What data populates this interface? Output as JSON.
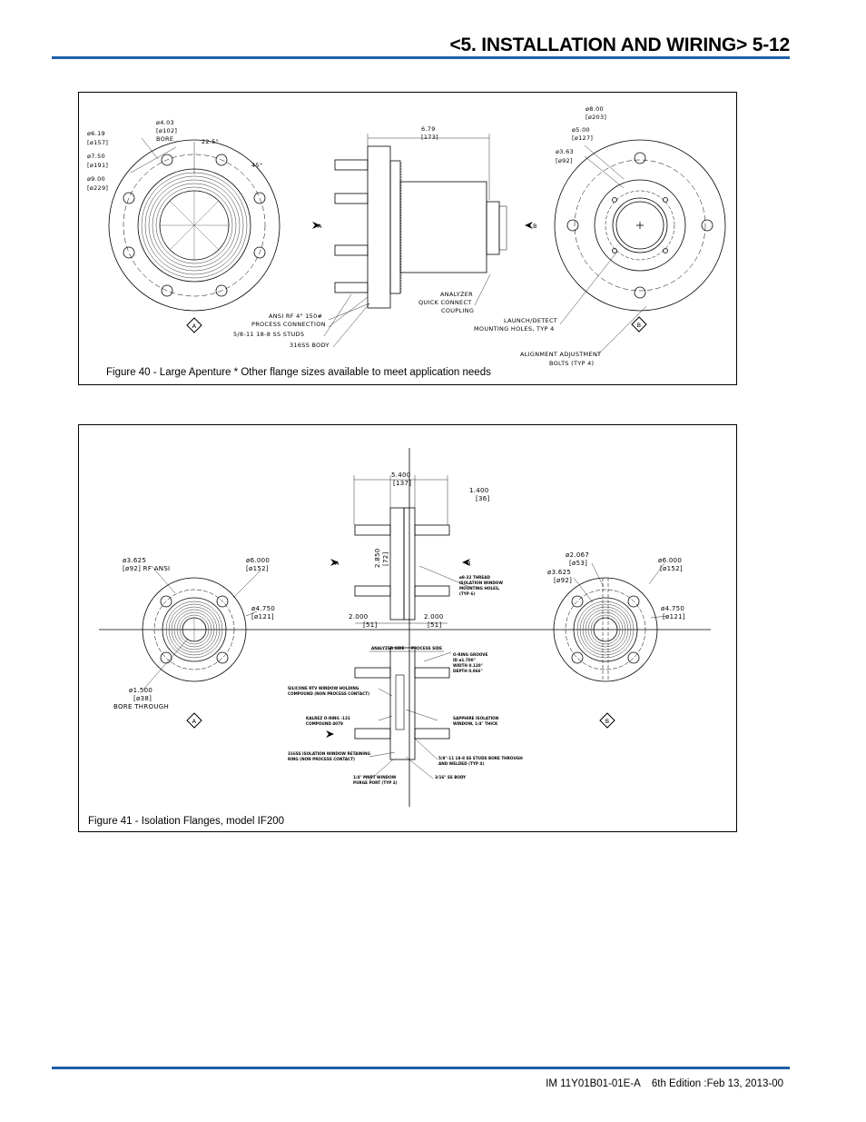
{
  "header": {
    "title": "<5. INSTALLATION AND WIRING> 5-12"
  },
  "figure40": {
    "caption": "Figure 40 - Large Apenture * Other flange sizes available to meet application needs",
    "left_view": {
      "labels": [
        "ø6.19",
        "[ø157]",
        "ø7.50",
        "[ø191]",
        "ø9.00",
        "[ø229]",
        "ø4.03",
        "[ø102]",
        "BORE",
        "22.5°",
        "45°"
      ],
      "view_mark": "A"
    },
    "side_view": {
      "labels": [
        "6.79",
        "[173]",
        "ANALYZER",
        "QUICK CONNECT",
        "COUPLING",
        "ANSI RF 4\" 150#",
        "PROCESS CONNECTION",
        "5/8-11 18-8 SS STUDS",
        "316SS BODY"
      ],
      "arrow_a": "A",
      "arrow_b": "B"
    },
    "right_view": {
      "labels": [
        "ø8.00",
        "[ø203]",
        "ø5.00",
        "[ø127]",
        "ø3.63",
        "[ø92]",
        "LAUNCH/DETECT",
        "MOUNTING HOLES, TYP 4",
        "ALIGNMENT ADJUSTMENT",
        "BOLTS (TYP 4)"
      ],
      "view_mark": "B"
    }
  },
  "figure41": {
    "caption": "Figure 41 - Isolation Flanges, model IF200",
    "left_view": {
      "labels": [
        "ø3.625",
        "[ø92] RF ANSI",
        "ø6.000",
        "[ø152]",
        "ø4.750",
        "[ø121]",
        "ø1.500",
        "[ø38]",
        "BORE THROUGH"
      ],
      "view_mark": "A"
    },
    "side_view": {
      "labels": [
        "5.400",
        "[137]",
        "1.400",
        "[36]",
        "2.850",
        "[72]",
        "2.000",
        "[51]",
        "2.000",
        "[51]",
        "ø8-32 THREAD",
        "ISOLATION WINDOW",
        "MOUNTING HOLES,",
        "(TYP 6)"
      ],
      "arrow_a": "A",
      "arrow_b": "B"
    },
    "section_view": {
      "labels": [
        "ANALYZER SIDE",
        "PROCESS SIDE",
        "O-RING GROOVE",
        "ID ø1.700\"",
        "WIDTH 0.120\"",
        "DEPTH 0.066\"",
        "SILICONE RTV WINDOW HOLDING",
        "COMPOUND (NON PROCESS CONTACT)",
        "SAPPHIRE ISOLATION",
        "WINDOW, 1/4\" THICK",
        "KALREZ O-RING -131",
        "COMPOUND 4079",
        "5/8\"-11 18-8 SS STUDS BORE THROUGH",
        "AND WELDED (TYP 4)",
        "316SS ISOLATION WINDOW RETAINING",
        "RING (NON PROCESS CONTACT)",
        "3/16\" SS BODY",
        "1/4\" MNPT WINDOW",
        "PURGE PORT (TYP 2)"
      ]
    },
    "right_view": {
      "labels": [
        "ø2.067",
        "[ø53]",
        "ø3.625",
        "[ø92]",
        "ø6.000",
        "[ø152]",
        "ø4.750",
        "[ø121]"
      ],
      "view_mark": "B"
    }
  },
  "footer": {
    "doc_id": "IM 11Y01B01-01E-A",
    "edition": "6th Edition :Feb 13, 2013-00"
  }
}
